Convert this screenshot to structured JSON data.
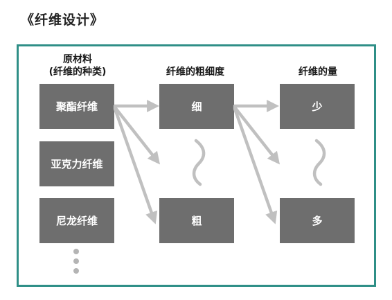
{
  "title": "《纤维设计》",
  "columns": {
    "material_header_line1": "原材料",
    "material_header_line2": "(纤维的种类)",
    "thickness_header": "纤维的粗细度",
    "amount_header": "纤维的量"
  },
  "materials": [
    "聚酯纤维",
    "亚克力纤维",
    "尼龙纤维"
  ],
  "thickness": {
    "thin": "细",
    "thick": "粗"
  },
  "amount": {
    "few": "少",
    "many": "多"
  },
  "colors": {
    "frame": "#2f8f87",
    "box": "#6e6e6e",
    "arrow": "#c0c0c0",
    "box_text": "#ffffff"
  }
}
